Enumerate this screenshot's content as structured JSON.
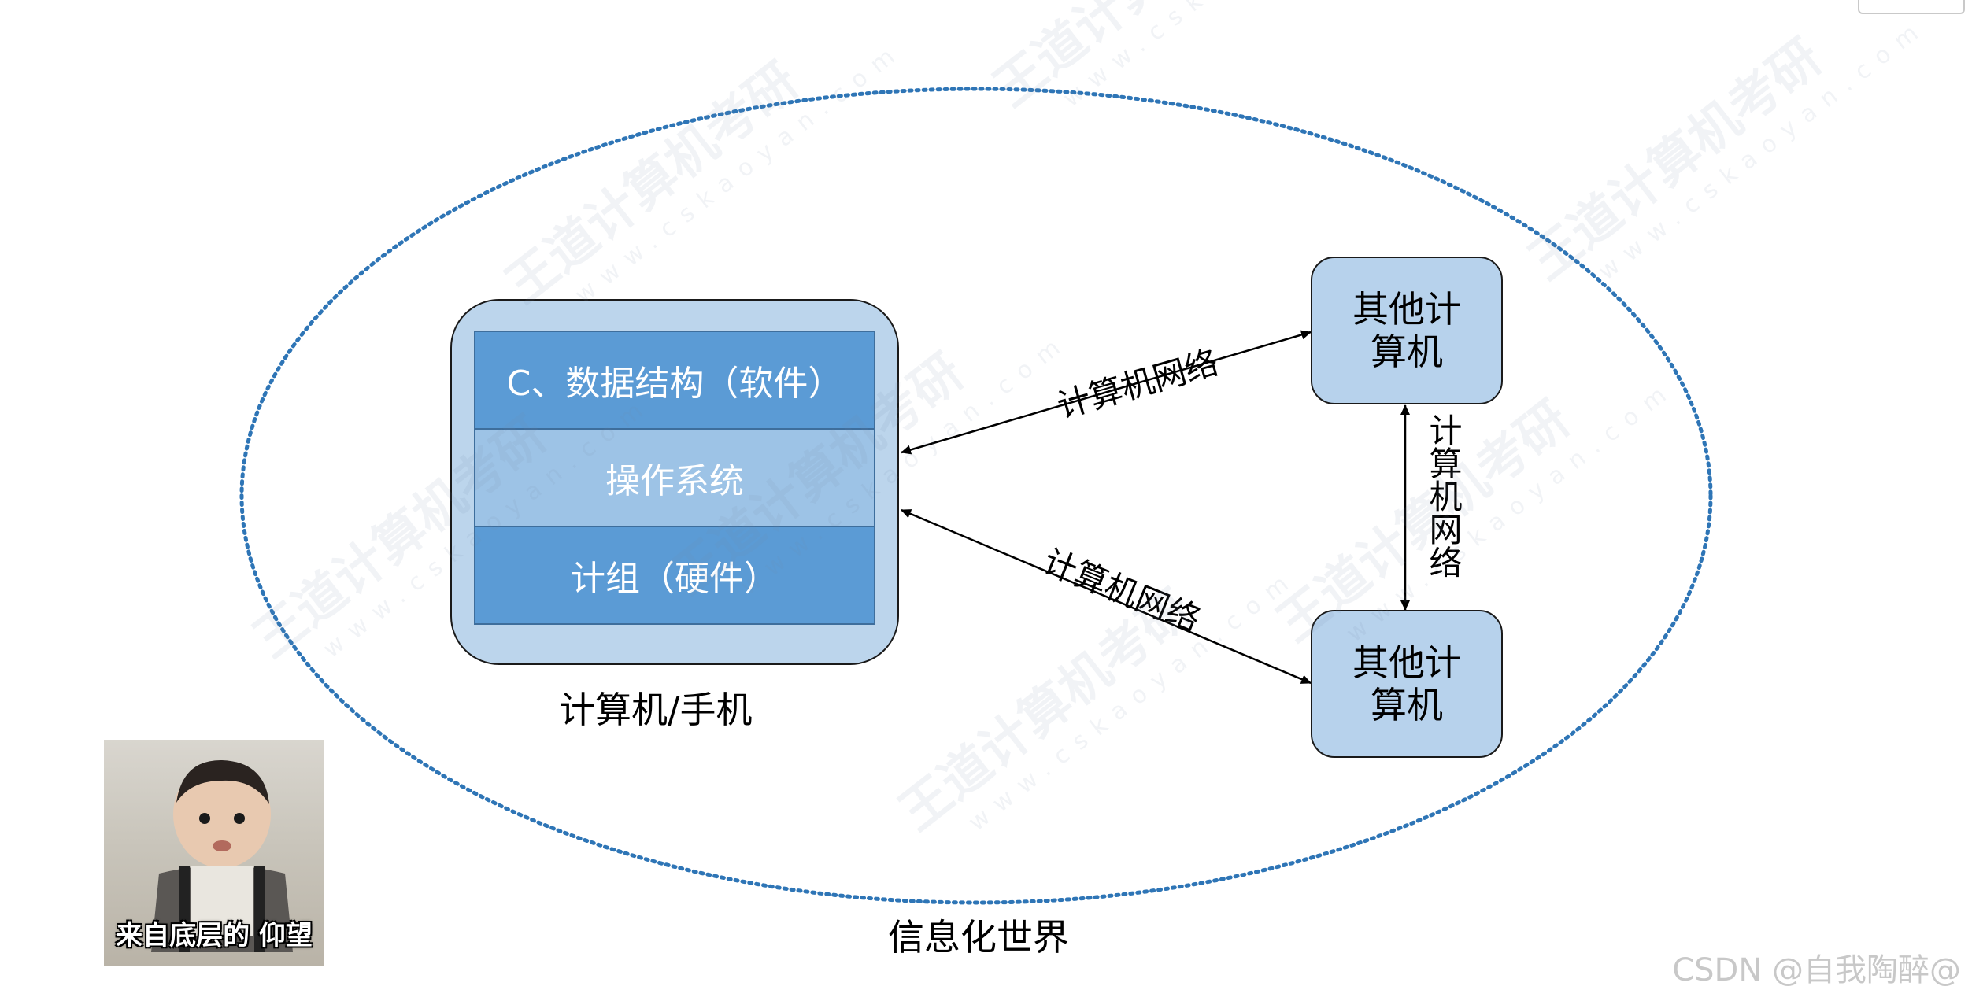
{
  "diagram": {
    "world_label": "信息化世界",
    "computer_label": "计算机/手机",
    "layers": [
      {
        "label": "C、数据结构（软件）",
        "color": "#5b9bd5"
      },
      {
        "label": "操作系统",
        "color": "#9dc3e6"
      },
      {
        "label": "计组（硬件）",
        "color": "#5b9bd5"
      }
    ],
    "other_computer_top": {
      "line1": "其他计",
      "line2": "算机"
    },
    "other_computer_bottom": {
      "line1": "其他计",
      "line2": "算机"
    },
    "network_label_upper": "计算机网络",
    "network_label_lower": "计算机网络",
    "network_label_vertical": "计算机网络",
    "ellipse_color": "#2e75b6"
  },
  "watermark": {
    "text": "王道计算机考研",
    "url": "www.cskaoyan.com"
  },
  "meme": {
    "caption": "来自底层的 仰望"
  },
  "credit": "CSDN @自我陶醉@"
}
